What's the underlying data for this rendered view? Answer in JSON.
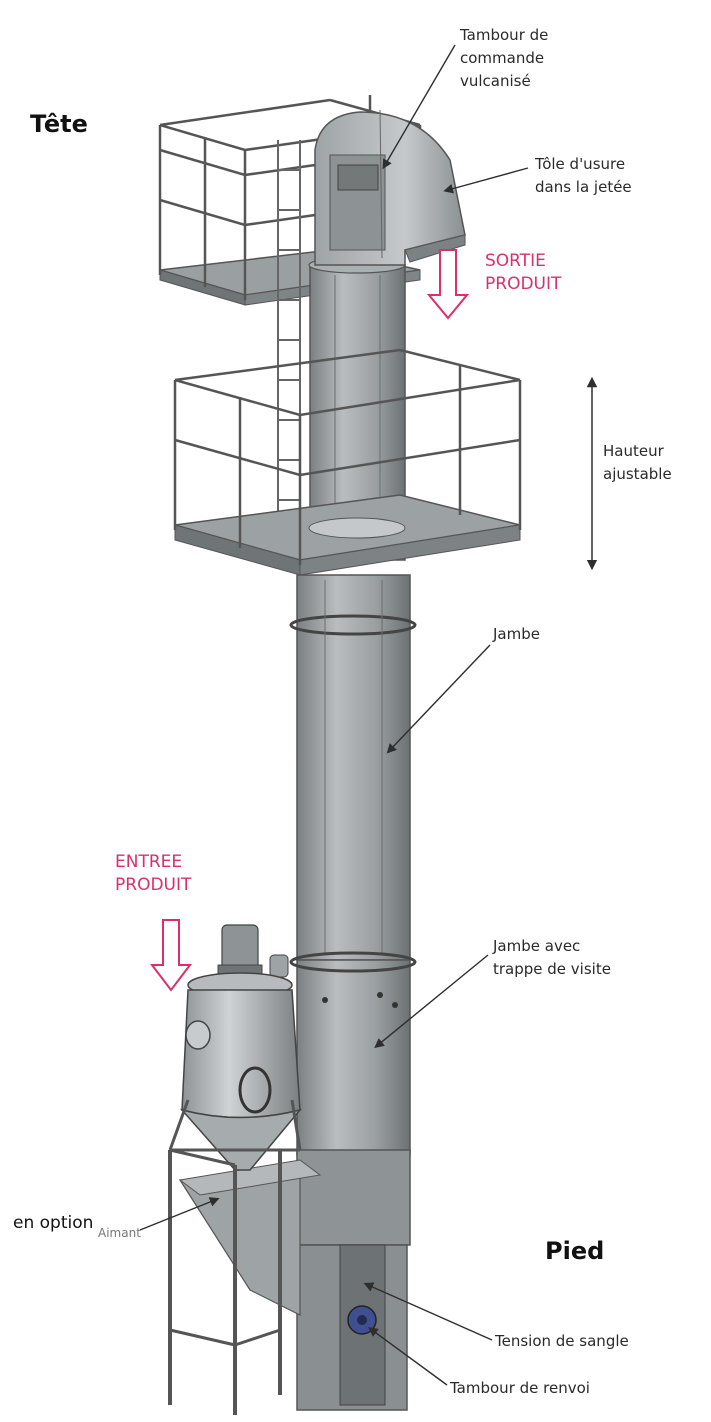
{
  "sections": {
    "head": "Tête",
    "foot": "Pied"
  },
  "callouts": {
    "drive_drum": "Tambour de\ncommande\nvulcanisé",
    "wear_plate": "Tôle d'usure\ndans la jetée",
    "product_outlet": "SORTIE\nPRODUIT",
    "adjustable_height": "Hauteur\najustable",
    "leg": "Jambe",
    "product_inlet": "ENTREE\nPRODUIT",
    "leg_inspection": "Jambe avec\ntrappe de visite",
    "feeder": "en option",
    "feeder_hidden": "Aimant",
    "belt_tension": "Tension de sangle",
    "return_drum": "Tambour de renvoi"
  },
  "colors": {
    "steel_light": "#bfc3c5",
    "steel_mid": "#8c9193",
    "steel_dark": "#5e6365",
    "line": "#2e2e2e",
    "pink": "#d9306b",
    "motor_blue": "#3f4f8f"
  }
}
